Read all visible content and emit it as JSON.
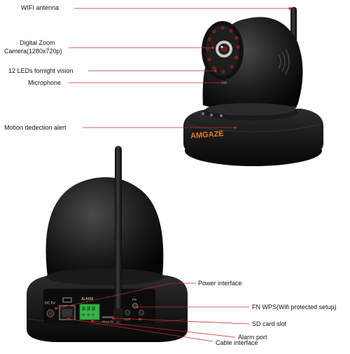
{
  "callouts": {
    "wifi_antenna": "WIFI antenna",
    "digital_zoom": "Digital Zoom",
    "camera_res": "Camera(1280x720p)",
    "leds": "12 LEDs fornight vision",
    "microphone": "Microphone",
    "motion": "Motion dedection alert",
    "power": "Power interface",
    "fn_wps": "FN WPS(Wifi protected setup)",
    "sd_slot": "SD card slot",
    "alarm_port": "Alarm port",
    "cable": "Cable interface"
  },
  "device": {
    "brand": "AMGAZE",
    "alarm_label": "ALARM",
    "dc_label": "DC 5V",
    "microsd_label": "Micro SD",
    "fn_label": "FN",
    "out_label": "OUT",
    "in_label": "IN"
  },
  "colors": {
    "leader": "#c62828",
    "body": "#141414"
  }
}
